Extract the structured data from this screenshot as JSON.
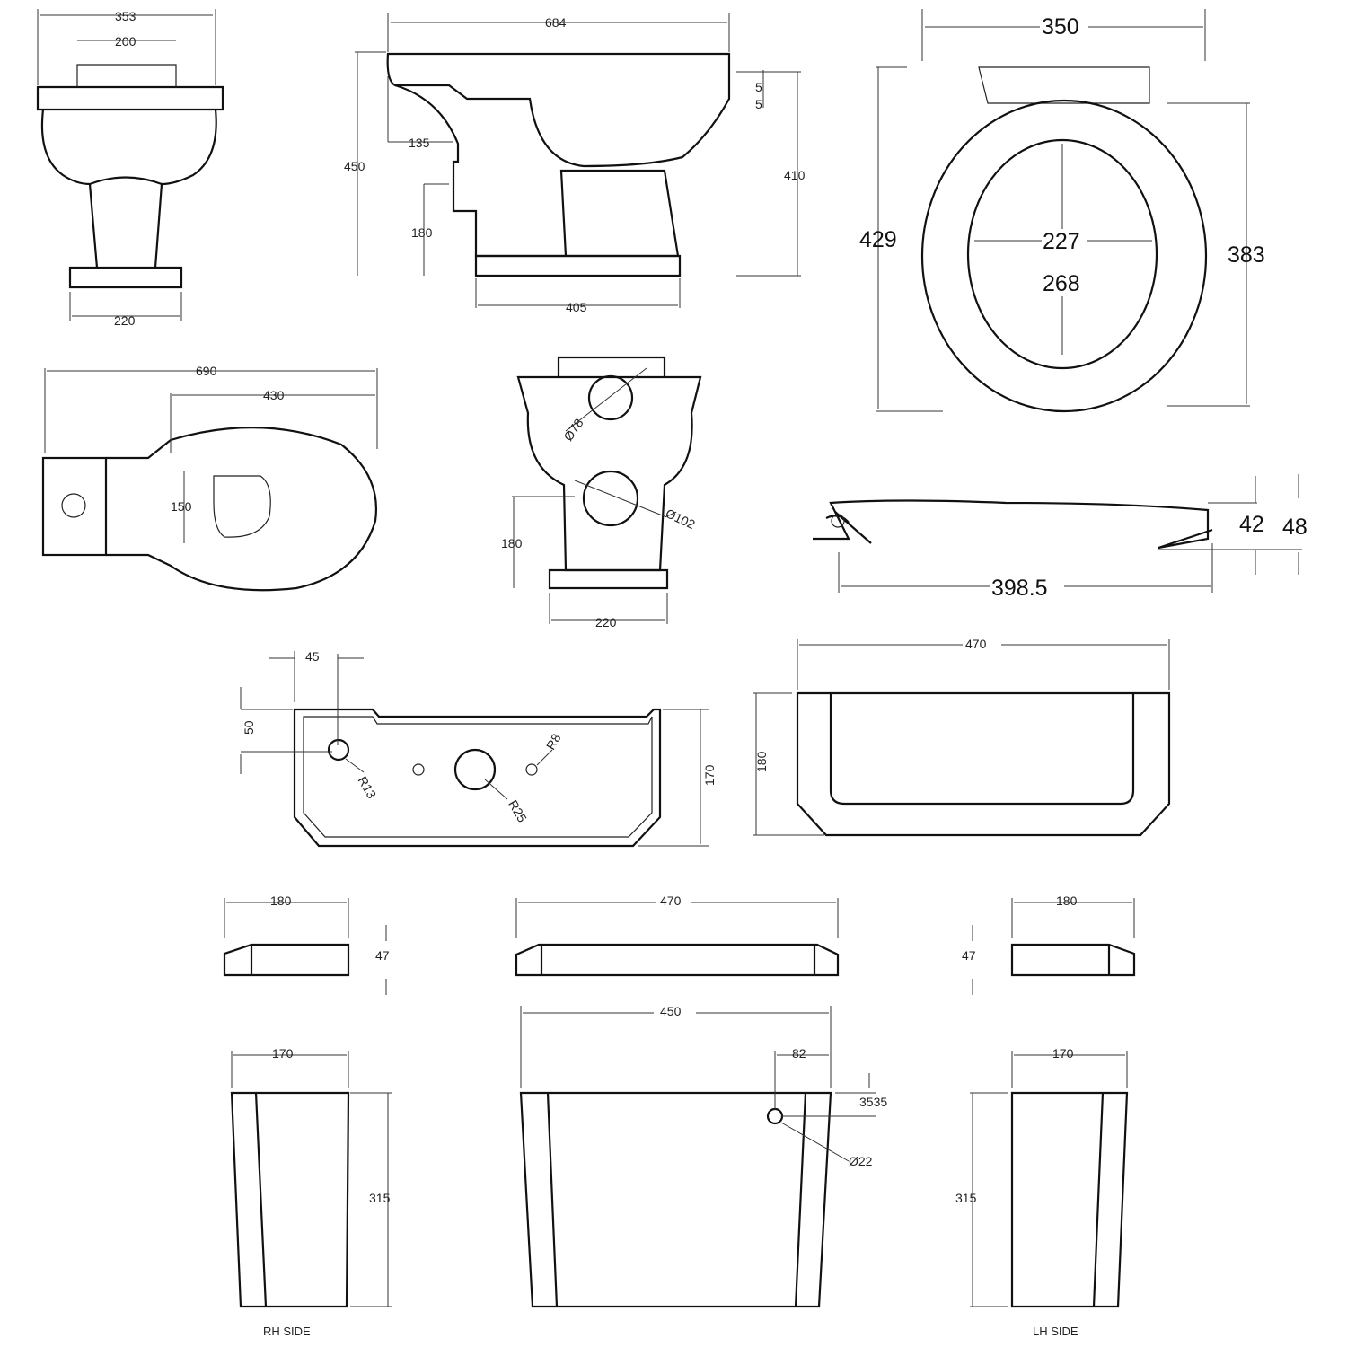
{
  "front_pan": {
    "width": "353",
    "inner": "200",
    "base": "220"
  },
  "side_pan": {
    "length": "684",
    "rim_a": "5",
    "rim_b": "5",
    "outlet_offset": "135",
    "height": "450",
    "outlet_height": "180",
    "rim_height": "410",
    "base_length": "405"
  },
  "seat_top": {
    "width": "350",
    "length": "429",
    "inner_width": "227",
    "inner_length": "268",
    "side_length": "383"
  },
  "plan": {
    "overall": "690",
    "pan": "430",
    "fixing": "150"
  },
  "rear_pan": {
    "inlet": "Ø78",
    "outlet": "Ø102",
    "outlet_height": "180",
    "base": "220"
  },
  "seat_side": {
    "thickness_a": "42",
    "thickness_b": "48",
    "length": "398.5"
  },
  "cistern_top": {
    "offset_x": "45",
    "offset_y": "50",
    "r13": "R13",
    "r25": "R25",
    "r8": "R8",
    "depth": "170"
  },
  "cistern_lid_plan": {
    "width": "470",
    "depth": "180"
  },
  "lids": {
    "rh_depth": "180",
    "rh_height": "47",
    "front_width": "470",
    "lh_depth": "180",
    "lh_height": "47"
  },
  "cistern": {
    "rh_depth": "170",
    "rh_height": "315",
    "width": "450",
    "inlet_offset": "82",
    "inlet_height": "3535",
    "inlet_dia": "Ø22",
    "lh_depth": "170",
    "lh_height": "315",
    "rh_label": "RH SIDE",
    "lh_label": "LH SIDE"
  }
}
